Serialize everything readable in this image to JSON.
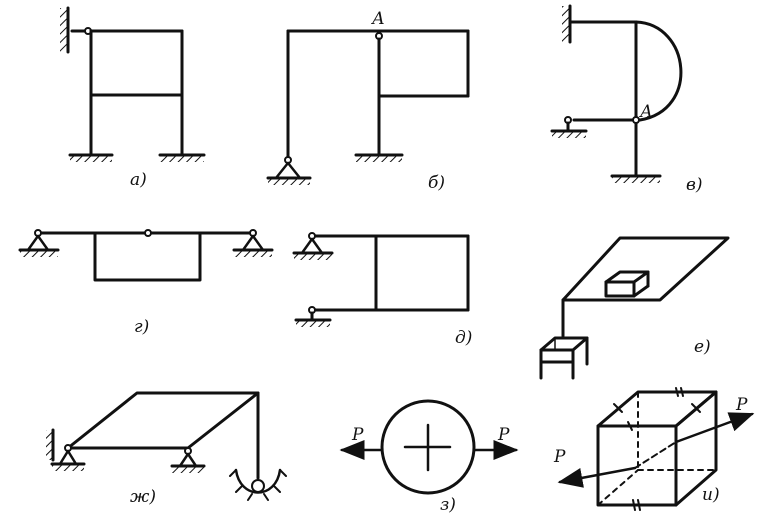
{
  "colors": {
    "ink": "#111111",
    "paper": "#ffffff"
  },
  "panels": [
    {
      "id": "a",
      "label": "а)"
    },
    {
      "id": "b",
      "label": "б)",
      "point": "А"
    },
    {
      "id": "v",
      "label": "в)",
      "point": "А"
    },
    {
      "id": "g",
      "label": "г)"
    },
    {
      "id": "d",
      "label": "д)"
    },
    {
      "id": "e",
      "label": "е)"
    },
    {
      "id": "zh",
      "label": "ж)"
    },
    {
      "id": "z",
      "label": "з)",
      "force_left": "P",
      "force_right": "P"
    },
    {
      "id": "i",
      "label": "и)",
      "force_left": "P",
      "force_right": "P"
    }
  ]
}
